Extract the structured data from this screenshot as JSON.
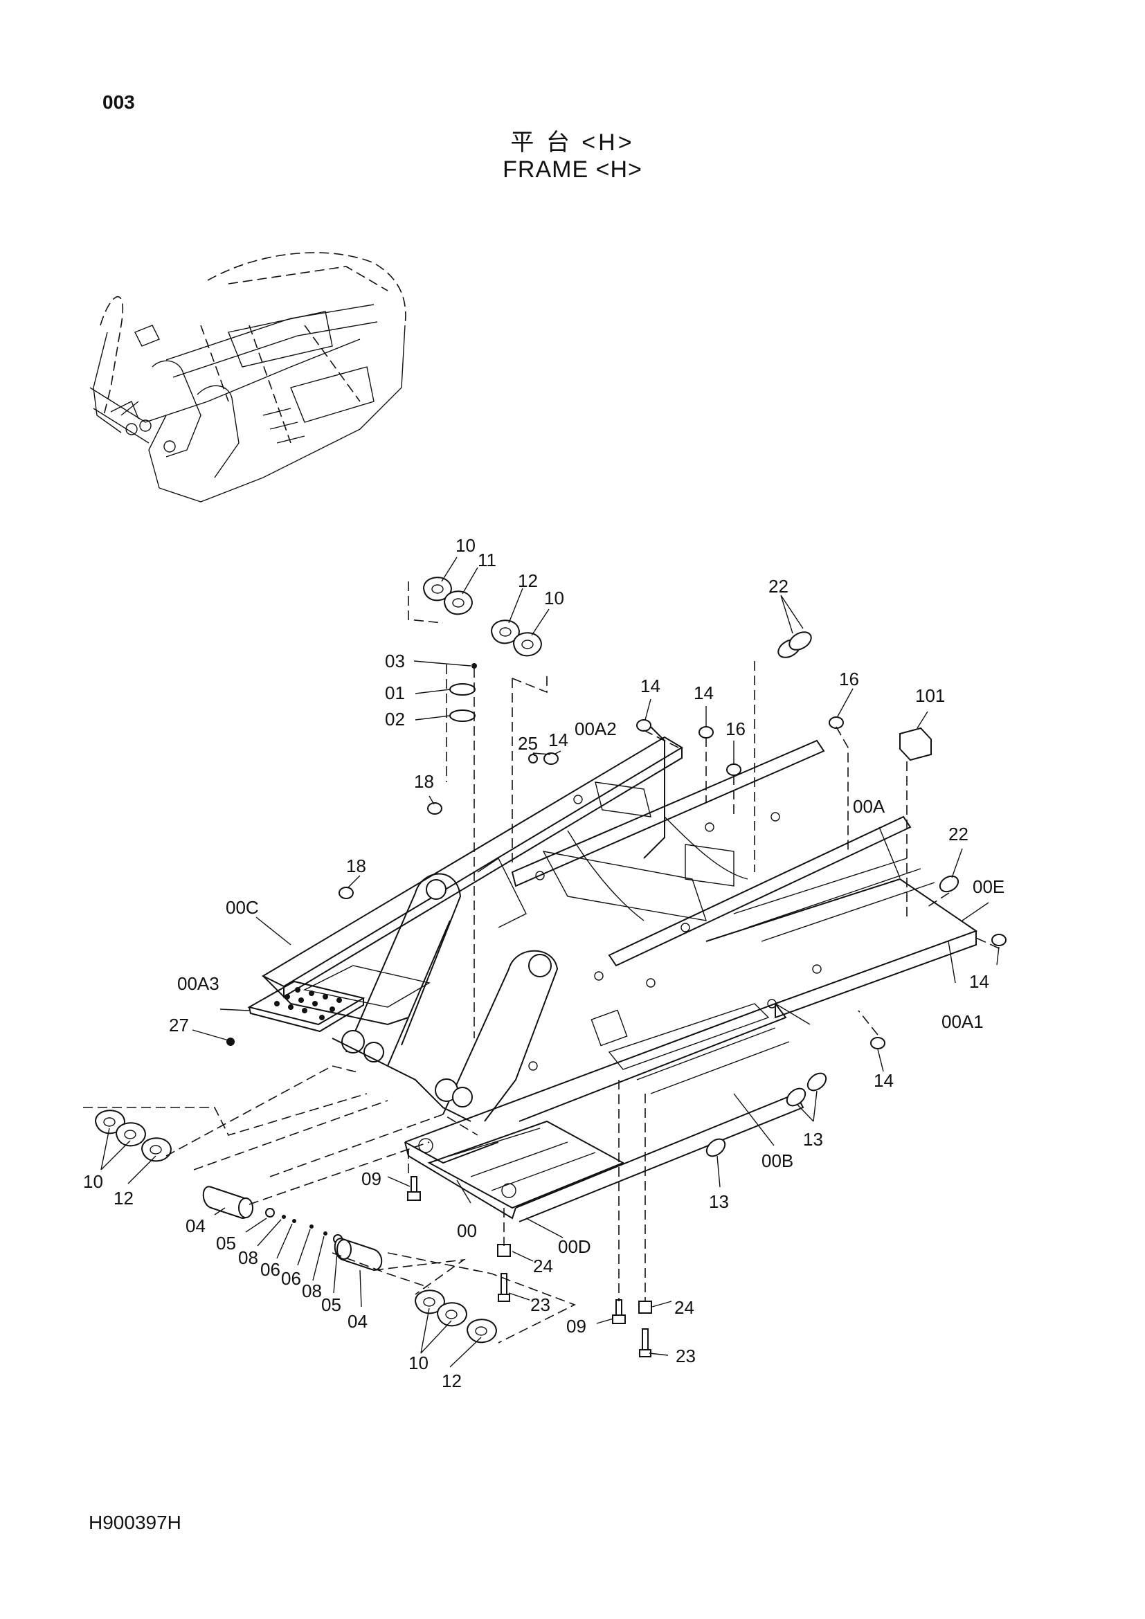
{
  "header": {
    "page_number": "003",
    "title_cn": "平 台 <H>",
    "title_en": "FRAME <H>"
  },
  "footer": {
    "doc_code": "H900397H"
  },
  "callouts": {
    "c10a": "10",
    "c11": "11",
    "c12a": "12",
    "c10b": "10",
    "c22a": "22",
    "c03": "03",
    "c01": "01",
    "c02": "02",
    "c14a": "14",
    "c14b": "14",
    "c16a": "16",
    "c101": "101",
    "c25": "25",
    "c14c": "14",
    "c00A2": "00A2",
    "c16b": "16",
    "c18a": "18",
    "c00A": "00A",
    "c18b": "18",
    "c22b": "22",
    "c00E": "00E",
    "c00C": "00C",
    "c14d": "14",
    "c00A3": "00A3",
    "c00A1": "00A1",
    "c27": "27",
    "c14e": "14",
    "c13a": "13",
    "c10c": "10",
    "c12b": "12",
    "c00B": "00B",
    "c09a": "09",
    "c13b": "13",
    "c04a": "04",
    "c00": "00",
    "c05a": "05",
    "c08a": "08",
    "c06a": "06",
    "c06b": "06",
    "c00D": "00D",
    "c08b": "08",
    "c24a": "24",
    "c05b": "05",
    "c04b": "04",
    "c23a": "23",
    "c24b": "24",
    "c09b": "09",
    "c10d": "10",
    "c23b": "23",
    "c12c": "12"
  }
}
